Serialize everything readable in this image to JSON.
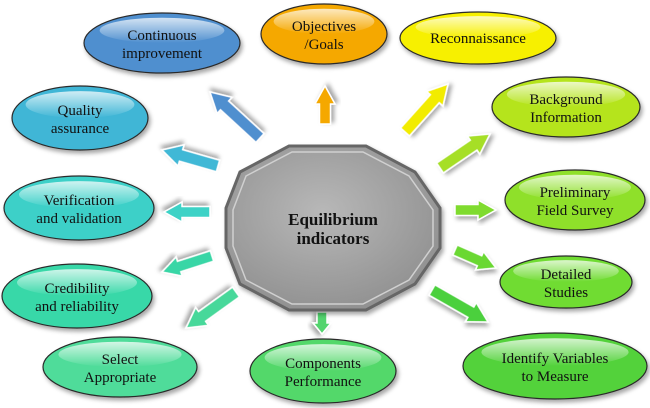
{
  "center": {
    "line1": "Equilibrium",
    "line2": "indicators"
  },
  "nodes": [
    {
      "id": "continuous-improvement",
      "line1": "Continuous",
      "line2": "improvement",
      "color": "#4f8fcf"
    },
    {
      "id": "objectives-goals",
      "line1": "Objectives",
      "line2": "/Goals",
      "color": "#f5a800"
    },
    {
      "id": "reconnaissance",
      "line1": "Reconnaissance",
      "line2": "",
      "color": "#f7f000"
    },
    {
      "id": "background-information",
      "line1": "Background",
      "line2": "Information",
      "color": "#b5e41a"
    },
    {
      "id": "preliminary-field-survey",
      "line1": "Preliminary",
      "line2": "Field Survey",
      "color": "#8fe02a"
    },
    {
      "id": "detailed-studies",
      "line1": "Detailed",
      "line2": "Studies",
      "color": "#6fdc32"
    },
    {
      "id": "identify-variables",
      "line1": "Identify Variables",
      "line2": "to Measure",
      "color": "#52d23a"
    },
    {
      "id": "components-performance",
      "line1": "Components",
      "line2": "Performance",
      "color": "#52d86a"
    },
    {
      "id": "select-appropriate",
      "line1": "Select",
      "line2": "Appropriate",
      "color": "#4fdc9a"
    },
    {
      "id": "credibility-reliability",
      "line1": "Credibility",
      "line2": "and reliability",
      "color": "#38d8a8"
    },
    {
      "id": "verification-validation",
      "line1": "Verification",
      "line2": "and validation",
      "color": "#3cd0c8"
    },
    {
      "id": "quality-assurance",
      "line1": "Quality",
      "line2": "assurance",
      "color": "#40b6d6"
    }
  ]
}
